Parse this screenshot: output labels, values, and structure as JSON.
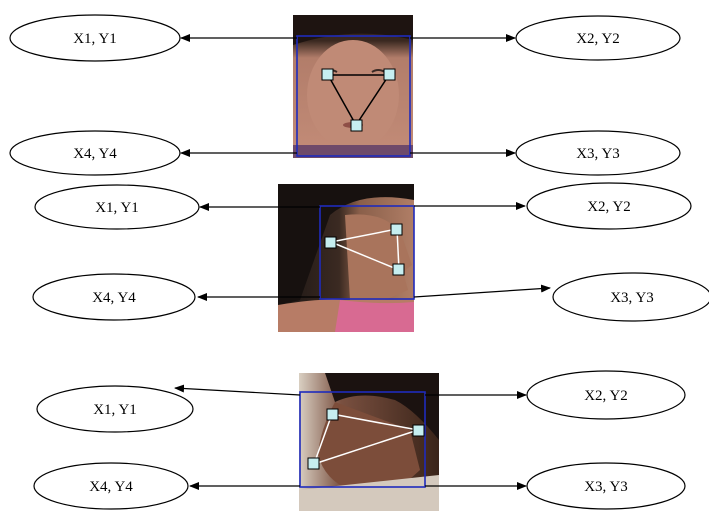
{
  "colors": {
    "bounding_box": "#1f2bbd",
    "landmark_fill": "#c6eef0",
    "triangle_line_front": "#000000",
    "triangle_line_profile": "#ffffff"
  },
  "panels": [
    {
      "view": "frontal face",
      "labels": {
        "top_left": "X1, Y1",
        "top_right": "X2, Y2",
        "bottom_left": "X4, Y4",
        "bottom_right": "X3, Y3"
      }
    },
    {
      "view": "right profile",
      "labels": {
        "top_left": "X1, Y1",
        "top_right": "X2, Y2",
        "bottom_left": "X4, Y4",
        "bottom_right": "X3, Y3"
      }
    },
    {
      "view": "left profile",
      "labels": {
        "top_left": "X1, Y1",
        "top_right": "X2, Y2",
        "bottom_left": "X4, Y4",
        "bottom_right": "X3, Y3"
      }
    }
  ]
}
